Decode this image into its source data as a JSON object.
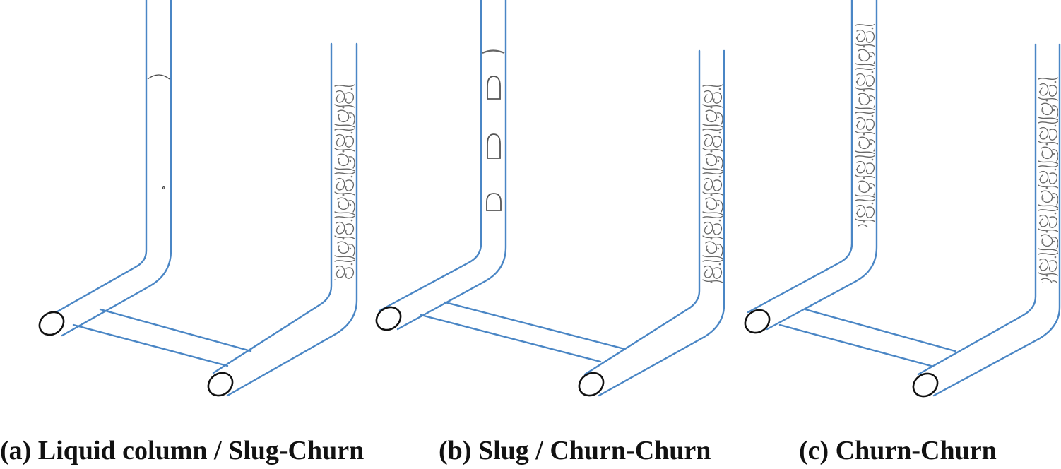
{
  "panels": [
    {
      "id": "a",
      "caption": "(a) Liquid column / Slug-Churn",
      "left_leg": "liquid-column",
      "right_leg": "churn"
    },
    {
      "id": "b",
      "caption": "(b) Slug / Churn-Churn",
      "left_leg": "slug",
      "right_leg": "churn"
    },
    {
      "id": "c",
      "caption": "(c) Churn-Churn",
      "left_leg": "churn",
      "right_leg": "churn"
    }
  ],
  "colors": {
    "pipe": "#4a86c5",
    "rim": "#111111",
    "froth": "#666666",
    "caption": "#111111"
  }
}
